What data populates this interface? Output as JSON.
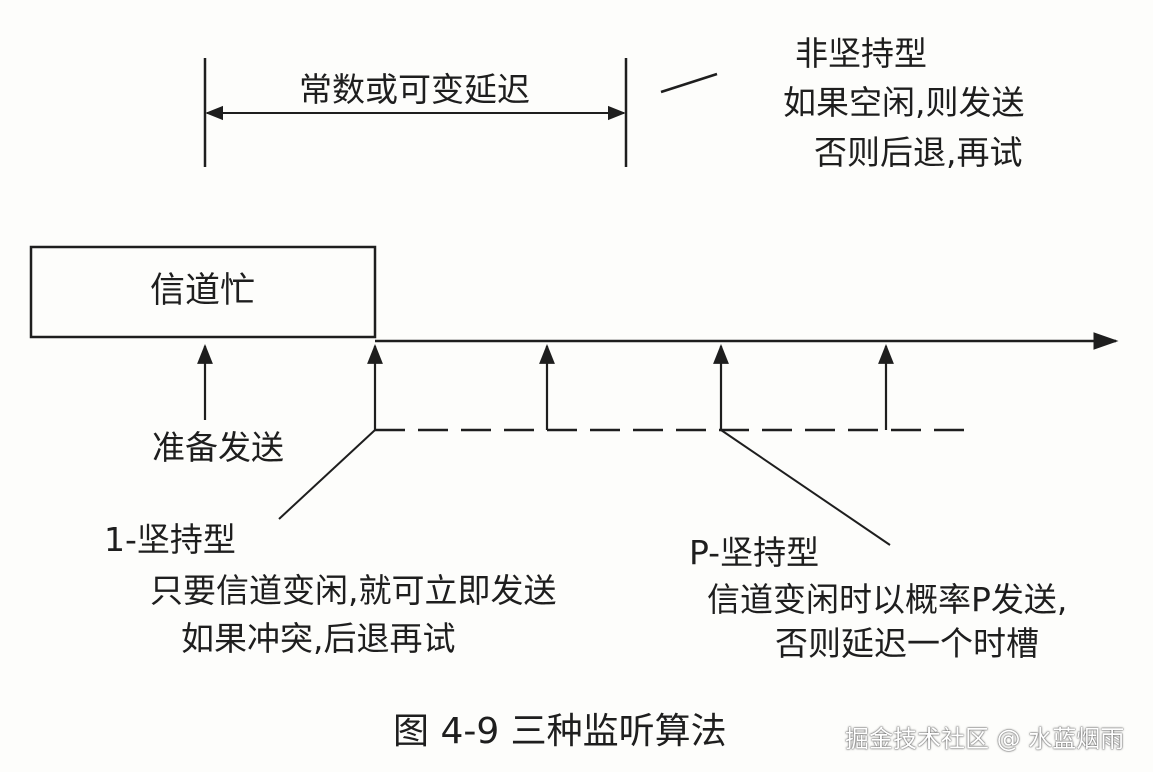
{
  "labels": {
    "delay_range": "常数或可变延迟",
    "non_persistent_title": "非坚持型",
    "non_persistent_line1": "如果空闲,则发送",
    "non_persistent_line2": "否则后退,再试",
    "channel_busy": "信道忙",
    "ready_to_send": "准备发送",
    "one_persistent_title": "1-坚持型",
    "one_persistent_line1": "只要信道变闲,就可立即发送",
    "one_persistent_line2": "如果冲突,后退再试",
    "p_persistent_title": "P-坚持型",
    "p_persistent_line1": "信道变闲时以概率P发送,",
    "p_persistent_line2": "否则延迟一个时槽"
  },
  "caption": "图 4-9    三种监听算法",
  "watermark": "掘金技术社区 @ 水蓝烟雨",
  "colors": {
    "ink": "#1e1e1e",
    "background": "#fdfdfb"
  }
}
